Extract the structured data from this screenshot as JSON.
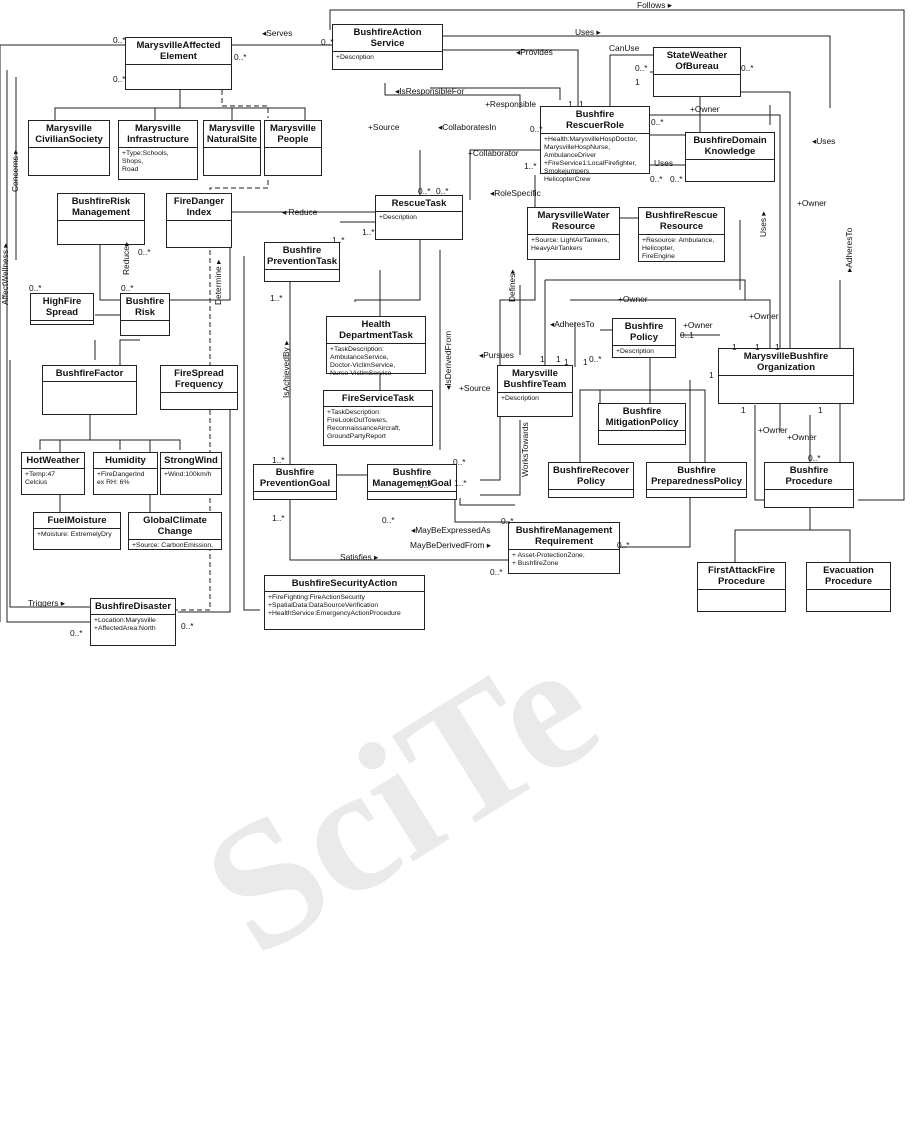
{
  "classes": {
    "affected": {
      "title": "MarysvilleAffected\nElement",
      "attr": ""
    },
    "action_service": {
      "title": "BushfireAction\nService",
      "attr": "+Description"
    },
    "civilian": {
      "title": "Marysville\nCivilianSociety",
      "attr": ""
    },
    "infrastructure": {
      "title": "Marysville\nInfrastructure",
      "attr": "+Type:Schools,\n          Shops,\n          Road"
    },
    "natural_site": {
      "title": "Marysville\nNaturalSite",
      "attr": ""
    },
    "people": {
      "title": "Marysville\nPeople",
      "attr": ""
    },
    "risk_mgmt": {
      "title": "BushfireRisk\nManagement",
      "attr": ""
    },
    "fire_danger": {
      "title": "FireDanger\nIndex",
      "attr": ""
    },
    "rescue_task": {
      "title": "RescueTask",
      "attr": "+Description"
    },
    "prevention_task": {
      "title": "Bushfire\nPreventionTask",
      "attr": ""
    },
    "high_fire_spread": {
      "title": "HighFire\nSpread",
      "attr": ""
    },
    "bushfire_risk": {
      "title": "Bushfire\nRisk",
      "attr": ""
    },
    "rescuer_role": {
      "title": "Bushfire\nRescuerRole",
      "attr": "+Health:MarysvilleHospDoctor,\n    MarysvilleHospNurse,\n    AmbulanceDriver\n+FireService1:LocalFirefighter,\n    Smokejumpers\n    HelicopterCrew"
    },
    "state_weather": {
      "title": "StateWeather\nOfBureau",
      "attr": ""
    },
    "domain_knowledge": {
      "title": "BushfireDomain\nKnowledge",
      "attr": ""
    },
    "water_resource": {
      "title": "MarysvilleWater\nResource",
      "attr": "+Source: LightAirTankers,\n     HeavyAirTankers"
    },
    "rescue_resource": {
      "title": "BushfireRescue\nResource",
      "attr": "+Resource: Ambulance,\n     Helicopter,\n     FireEngine"
    },
    "health_task": {
      "title": "Health\nDepartmentTask",
      "attr": "+TaskDescription:\n  AmbulanceService,\n  Doctor-VictimService,\n  Nurse-VictimService"
    },
    "fire_service_task": {
      "title": "FireServiceTask",
      "attr": "+TaskDescription:\n  FireLookOutTowers,\n  ReconnaissanceAircraft,\n  GroundPartyReport"
    },
    "bushfire_factor": {
      "title": "BushfireFactor",
      "attr": ""
    },
    "fire_spread_freq": {
      "title": "FireSpread\nFrequency",
      "attr": ""
    },
    "policy": {
      "title": "Bushfire\nPolicy",
      "attr": "+Description"
    },
    "fire_team": {
      "title": "Marysville\nBushfireTeam",
      "attr": "+Description"
    },
    "organization": {
      "title": "MarysvilleBushfire\nOrganization",
      "attr": ""
    },
    "mitigation_policy": {
      "title": "Bushfire\nMitigationPolicy",
      "attr": ""
    },
    "hot_weather": {
      "title": "HotWeather",
      "attr": "+Temp:47\nCelcius"
    },
    "humidity": {
      "title": "Humidity",
      "attr": "+FireDangerInd\nex RH: 6%"
    },
    "strong_wind": {
      "title": "StrongWind",
      "attr": "+Wind:100km/h"
    },
    "prevention_goal": {
      "title": "Bushfire\nPreventionGoal",
      "attr": ""
    },
    "management_goal": {
      "title": "Bushfire\nManagementGoal",
      "attr": ""
    },
    "recover_policy": {
      "title": "BushfireRecover\nPolicy",
      "attr": ""
    },
    "preparedness_policy": {
      "title": "Bushfire\nPreparednessPolicy",
      "attr": ""
    },
    "procedure": {
      "title": "Bushfire\nProcedure",
      "attr": ""
    },
    "fuel_moisture": {
      "title": "FuelMoisture",
      "attr": "+Moisture: ExtremelyDry"
    },
    "global_climate": {
      "title": "GlobalClimate\nChange",
      "attr": "+Source: CarbonEmission,"
    },
    "mgmt_requirement": {
      "title": "BushfireManagement\nRequirement",
      "attr": "+ Asset-ProtectionZone,\n+ BushfireZone"
    },
    "security_action": {
      "title": "BushfireSecurityAction",
      "attr": "+FireFighting:FireActionSecurity\n+SpatialData:DataSourceVerification\n+HealthService:EmergencyActionProcedure"
    },
    "first_attack": {
      "title": "FirstAttackFire\nProcedure",
      "attr": ""
    },
    "evacuation": {
      "title": "Evacuation\nProcedure",
      "attr": ""
    },
    "disaster": {
      "title": "BushfireDisaster",
      "attr": "+Location:Marysville\n+AffectedArea:North"
    }
  },
  "labels": {
    "follows": "Follows ▸",
    "serves": "◂Serves",
    "uses_top": "Uses ▸",
    "provides": "◂Provides",
    "can_use": "CanUse",
    "is_responsible_for": "◂IsResponsibleFor",
    "responsible": "+Responsible",
    "owner_1": "+Owner",
    "uses_right": "◂Uses",
    "source_1": "+Source",
    "collaborates_in": "◂CollaboratesIn",
    "collaborator": "+Collaborator",
    "uses_dk": "Uses",
    "role_specific": "◂RoleSpecific",
    "owner_2": "+Owner",
    "reduce_1": "◂ Reduce",
    "uses_vert": "Uses ▸",
    "adheres_to_1": "◂AdheresTo",
    "owner_3": "+Owner",
    "owner_4": "+Owner",
    "owner_5": "+Owner",
    "pursues": "◂Pursues",
    "source_2": "+Source",
    "defines": "Defines▸",
    "adheres_to_2": "▸AdheresTo",
    "is_derived_from": "◂IsDerivedFrom",
    "is_achieved_by": "IsAchievedBy ▸",
    "works_towards": "WorksTowards",
    "owner_6": "+Owner",
    "owner_7": "+Owner",
    "may_be_expressed_as": "◂MayBeExpressedAs",
    "may_be_derived_from": "MayBeDerivedFrom ▸",
    "satisfies": "Satisfies ▸",
    "triggers": "Triggers ▸",
    "reduce_2": "Reduce▸",
    "determine": "Determine ▸",
    "concerns": "Concerns ▸",
    "affect_wellness": "AffectWellness ▸"
  },
  "multiplicities": {
    "m1": "0..*",
    "m2": "0..*",
    "m3": "0..*",
    "m4": "0..*",
    "m5": "0..*",
    "m6": "1",
    "m7": "1",
    "m8": "0..*",
    "m9": "1",
    "m10": "0..*",
    "m11": "1..*",
    "m12": "0..*",
    "m13": "0..*",
    "m14": "0..*",
    "m15": "1..*",
    "m16": "1..*",
    "m17": "0..*",
    "m18": "0..*",
    "m19": "0..*",
    "m20": "0..*",
    "m21": "0..*",
    "m22": "0..1",
    "m23": "1",
    "m24": "1",
    "m25": "1",
    "m26": "1",
    "m27": "1",
    "m28": "1",
    "m29": "1",
    "m30": "1",
    "m31": "1..*",
    "m32": "1..*",
    "m33": "0..*",
    "m34": "1..*",
    "m35": "0..*",
    "m36": "0..*",
    "m37": "0..*",
    "m38": "1..*",
    "m39": "0..*",
    "m40": "0..*",
    "m41": "0..*",
    "m42": "0..*",
    "m43": "1",
    "m44": "1",
    "m45": "0..*",
    "m46": "0..*"
  }
}
